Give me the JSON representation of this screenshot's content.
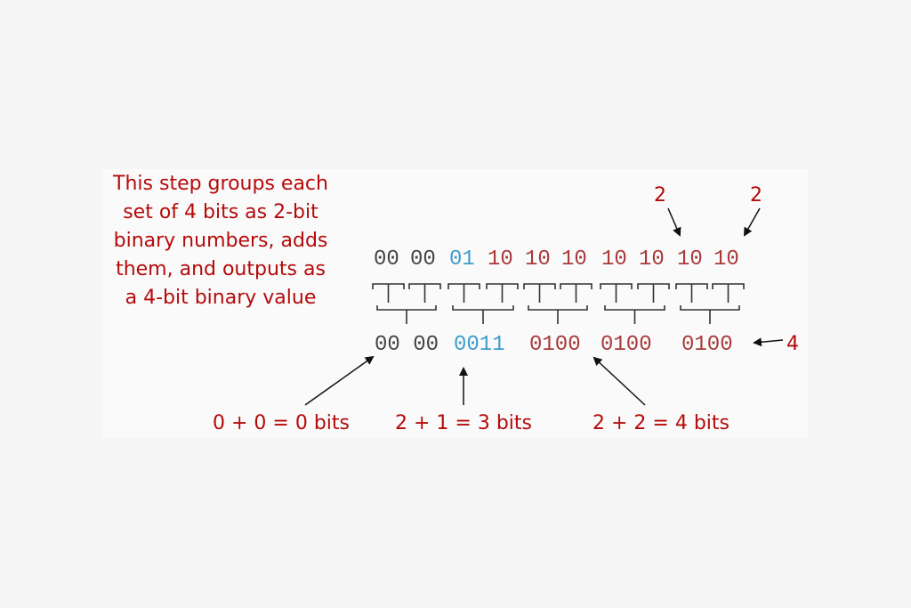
{
  "description_text": [
    "This step groups each",
    "set of 4 bits as 2-bit",
    "binary numbers, adds",
    "them, and outputs as",
    "a 4-bit binary value"
  ],
  "input_pairs": [
    {
      "text": "00",
      "color": "#444444"
    },
    {
      "text": "00",
      "color": "#444444"
    },
    {
      "text": "01",
      "color": "#3f9ccb"
    },
    {
      "text": "10",
      "color": "#a83a3a"
    },
    {
      "text": "10",
      "color": "#a83a3a"
    },
    {
      "text": "10",
      "color": "#a83a3a"
    },
    {
      "text": "10",
      "color": "#a83a3a"
    },
    {
      "text": "10",
      "color": "#a83a3a"
    },
    {
      "text": "10",
      "color": "#a83a3a"
    },
    {
      "text": "10",
      "color": "#a83a3a"
    }
  ],
  "outputs": [
    {
      "text": "00 00",
      "color": "#444444"
    },
    {
      "text": "0011",
      "color": "#3f9ccb"
    },
    {
      "text": "0100",
      "color": "#a83a3a"
    },
    {
      "text": "0100",
      "color": "#a83a3a"
    },
    {
      "text": "0100",
      "color": "#a83a3a"
    }
  ],
  "annotations": {
    "top_left_two": "2",
    "top_right_two": "2",
    "right_four": "4",
    "label_zero": "0 + 0 = 0 bits",
    "label_three": "2 + 1 = 3 bits",
    "label_four": "2 + 2 = 4 bits"
  },
  "colors": {
    "annotation": "#b50a0a",
    "bracket": "#333333",
    "arrow": "#111111"
  }
}
